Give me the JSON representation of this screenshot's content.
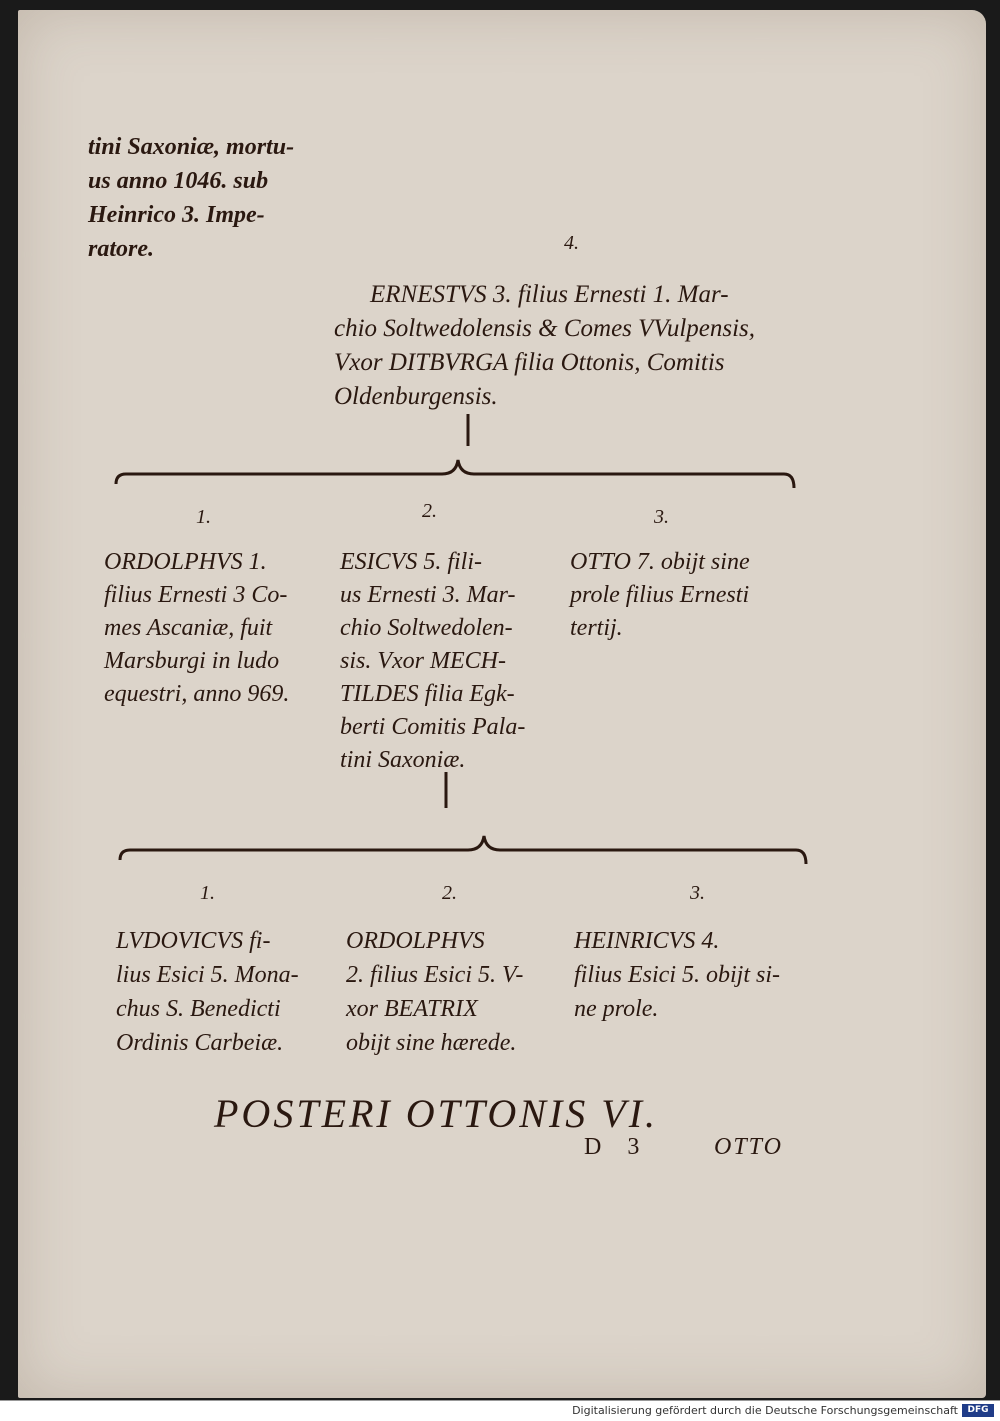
{
  "top_note": {
    "lines": [
      "tini Saxoniæ, mortu-",
      "us anno 1046. sub",
      "Heinrico 3. Impe-",
      "ratore."
    ]
  },
  "main_entry": {
    "number": "4.",
    "lines": [
      "ERNESTVS 3. filius Ernesti 1. Mar-",
      "chio Soltwedolensis & Comes VVulpensis,",
      "Vxor DITBVRGA filia Ottonis, Comitis",
      "Oldenburgensis."
    ]
  },
  "children_1": [
    {
      "number": "1.",
      "lines": [
        "ORDOLPHVS 1.",
        "filius Ernesti 3 Co-",
        "mes Ascaniæ, fuit",
        "Marsburgi in ludo",
        "equestri, anno 969."
      ]
    },
    {
      "number": "2.",
      "lines": [
        "ESICVS 5. fili-",
        "us Ernesti 3. Mar-",
        "chio Soltwedolen-",
        "sis. Vxor MECH-",
        "TILDES filia Egk-",
        "berti Comitis Pala-",
        "tini Saxoniæ."
      ]
    },
    {
      "number": "3.",
      "lines": [
        "OTTO 7. obijt sine",
        "prole filius Ernesti",
        "tertij."
      ]
    }
  ],
  "children_2": [
    {
      "number": "1.",
      "lines": [
        "LVDOVICVS fi-",
        "lius Esici 5. Mona-",
        "chus S. Benedicti",
        "Ordinis Carbeiæ."
      ]
    },
    {
      "number": "2.",
      "lines": [
        "ORDOLPHVS",
        "2. filius Esici 5. V-",
        "xor BEATRIX",
        "obijt sine hærede."
      ]
    },
    {
      "number": "3.",
      "lines": [
        "HEINRICVS 4.",
        "filius Esici 5. obijt si-",
        "ne prole."
      ]
    }
  ],
  "heading": "POSTERI OTTONIS VI.",
  "signature_mark": "D 3",
  "catchword": "OTTO",
  "footer": {
    "text": "Digitalisierung gefördert durch die Deutsche Forschungsgemeinschaft",
    "logo": "DFG"
  },
  "colors": {
    "paper": "#dcd4ca",
    "ink": "#2a1810",
    "scan_border": "#1a1a1a"
  }
}
